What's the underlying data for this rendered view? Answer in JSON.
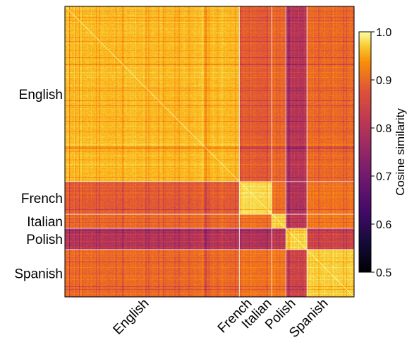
{
  "chart_data": {
    "type": "heatmap",
    "title": "",
    "xlabel": "",
    "ylabel": "",
    "groups": [
      {
        "name": "English",
        "size": 248
      },
      {
        "name": "French",
        "size": 46
      },
      {
        "name": "Italian",
        "size": 20
      },
      {
        "name": "Polish",
        "size": 30
      },
      {
        "name": "Spanish",
        "size": 67
      }
    ],
    "block_similarity": [
      [
        0.92,
        0.81,
        0.83,
        0.74,
        0.83
      ],
      [
        0.81,
        0.95,
        0.84,
        0.73,
        0.84
      ],
      [
        0.83,
        0.84,
        0.95,
        0.75,
        0.85
      ],
      [
        0.74,
        0.73,
        0.75,
        0.94,
        0.77
      ],
      [
        0.83,
        0.84,
        0.85,
        0.77,
        0.94
      ]
    ],
    "diagonal_value": 1.0,
    "colormap": "inferno",
    "colorbar": {
      "label": "Cosine similarity",
      "min": 0.5,
      "max": 1.0,
      "ticks": [
        "0.5",
        "0.6",
        "0.7",
        "0.8",
        "0.9",
        "1.0"
      ]
    }
  }
}
